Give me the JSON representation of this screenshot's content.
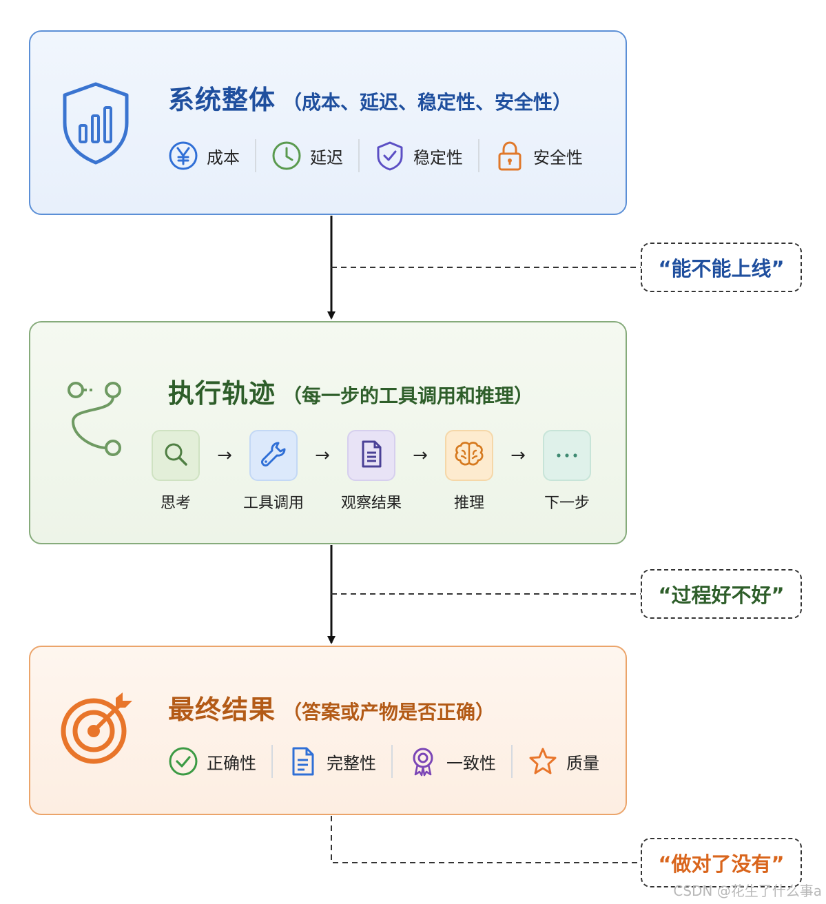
{
  "colors": {
    "blue": "#1f4f9e",
    "green": "#2e5e2a",
    "orange": "#b35a16",
    "blue_callout": "#1f4f9e",
    "green_callout": "#2e5e2a",
    "orange_callout": "#d9651c"
  },
  "system": {
    "icon": "shield-chart-icon",
    "title": "系统整体",
    "subtitle": "（成本、延迟、稳定性、安全性）",
    "metrics": [
      {
        "label": "成本",
        "icon": "yen-icon"
      },
      {
        "label": "延迟",
        "icon": "clock-icon"
      },
      {
        "label": "稳定性",
        "icon": "shield-check-icon"
      },
      {
        "label": "安全性",
        "icon": "lock-icon"
      }
    ],
    "callout": "“能不能上线”"
  },
  "trajectory": {
    "icon": "path-icon",
    "title": "执行轨迹",
    "subtitle": "（每一步的工具调用和推理）",
    "steps": [
      {
        "label": "思考",
        "icon": "search-icon",
        "color": "#e3efd9"
      },
      {
        "label": "工具调用",
        "icon": "wrench-icon",
        "color": "#dce9fb"
      },
      {
        "label": "观察结果",
        "icon": "document-icon",
        "color": "#e8e3f6"
      },
      {
        "label": "推理",
        "icon": "brain-icon",
        "color": "#fdebcf"
      },
      {
        "label": "下一步",
        "icon": "ellipsis-icon",
        "color": "#dff1ea"
      }
    ],
    "arrow": "→",
    "callout": "“过程好不好”"
  },
  "result": {
    "icon": "target-icon",
    "title": "最终结果",
    "subtitle": "（答案或产物是否正确）",
    "metrics": [
      {
        "label": "正确性",
        "icon": "check-circle-icon"
      },
      {
        "label": "完整性",
        "icon": "document-icon"
      },
      {
        "label": "一致性",
        "icon": "badge-icon"
      },
      {
        "label": "质量",
        "icon": "star-icon"
      }
    ],
    "callout": "“做对了没有”"
  },
  "watermark": "CSDN @花生了什么事a"
}
